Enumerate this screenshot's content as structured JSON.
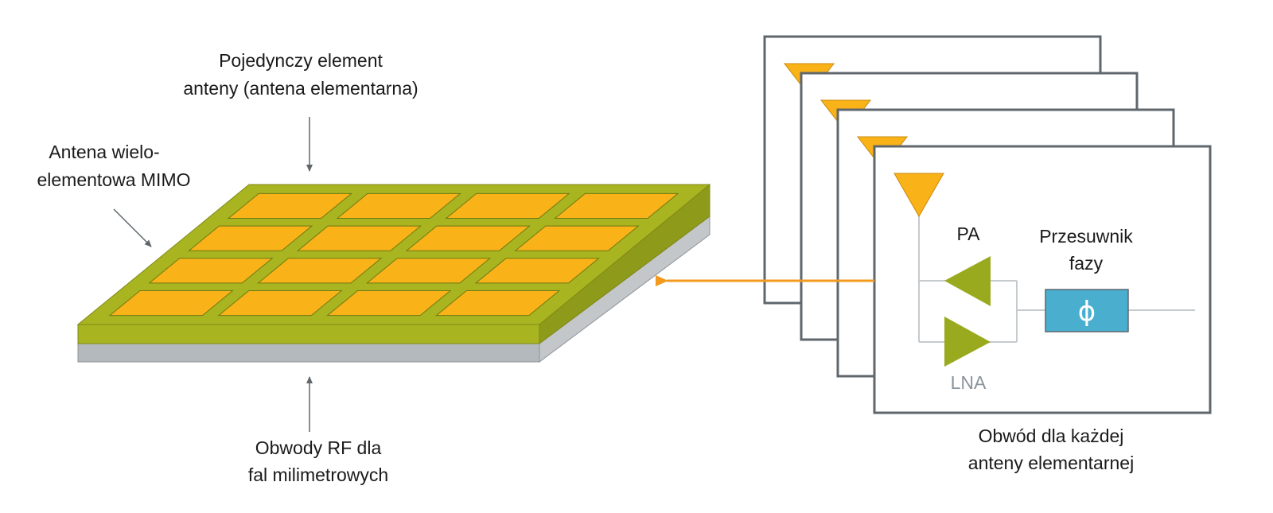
{
  "labels": {
    "single_element_line1": "Pojedynczy element",
    "single_element_line2": "anteny (antena elementarna)",
    "mimo_line1": "Antena wielo-",
    "mimo_line2": "elementowa MIMO",
    "rf_line1": "Obwody RF dla",
    "rf_line2": "fal milimetrowych",
    "circuit_line1": "Obwód dla każdej",
    "circuit_line2": "anteny elementarnej",
    "pa": "PA",
    "phase_shifter_line1": "Przesuwnik",
    "phase_shifter_line2": "fazy",
    "lna": "LNA",
    "phi_symbol": "ϕ"
  },
  "colors": {
    "board_top": "#a8b420",
    "board_side": "#8e9a19",
    "substrate": "#b4b9bd",
    "patch": "#f9b218",
    "arrow": "#f39a1e",
    "amplifier": "#9aaa1f",
    "phase_shifter": "#4aafcf",
    "frame": "#5f676d",
    "wire": "#c5cacd"
  },
  "antenna_array": {
    "rows": 4,
    "columns": 4
  },
  "circuit_cards": {
    "count": 4
  }
}
